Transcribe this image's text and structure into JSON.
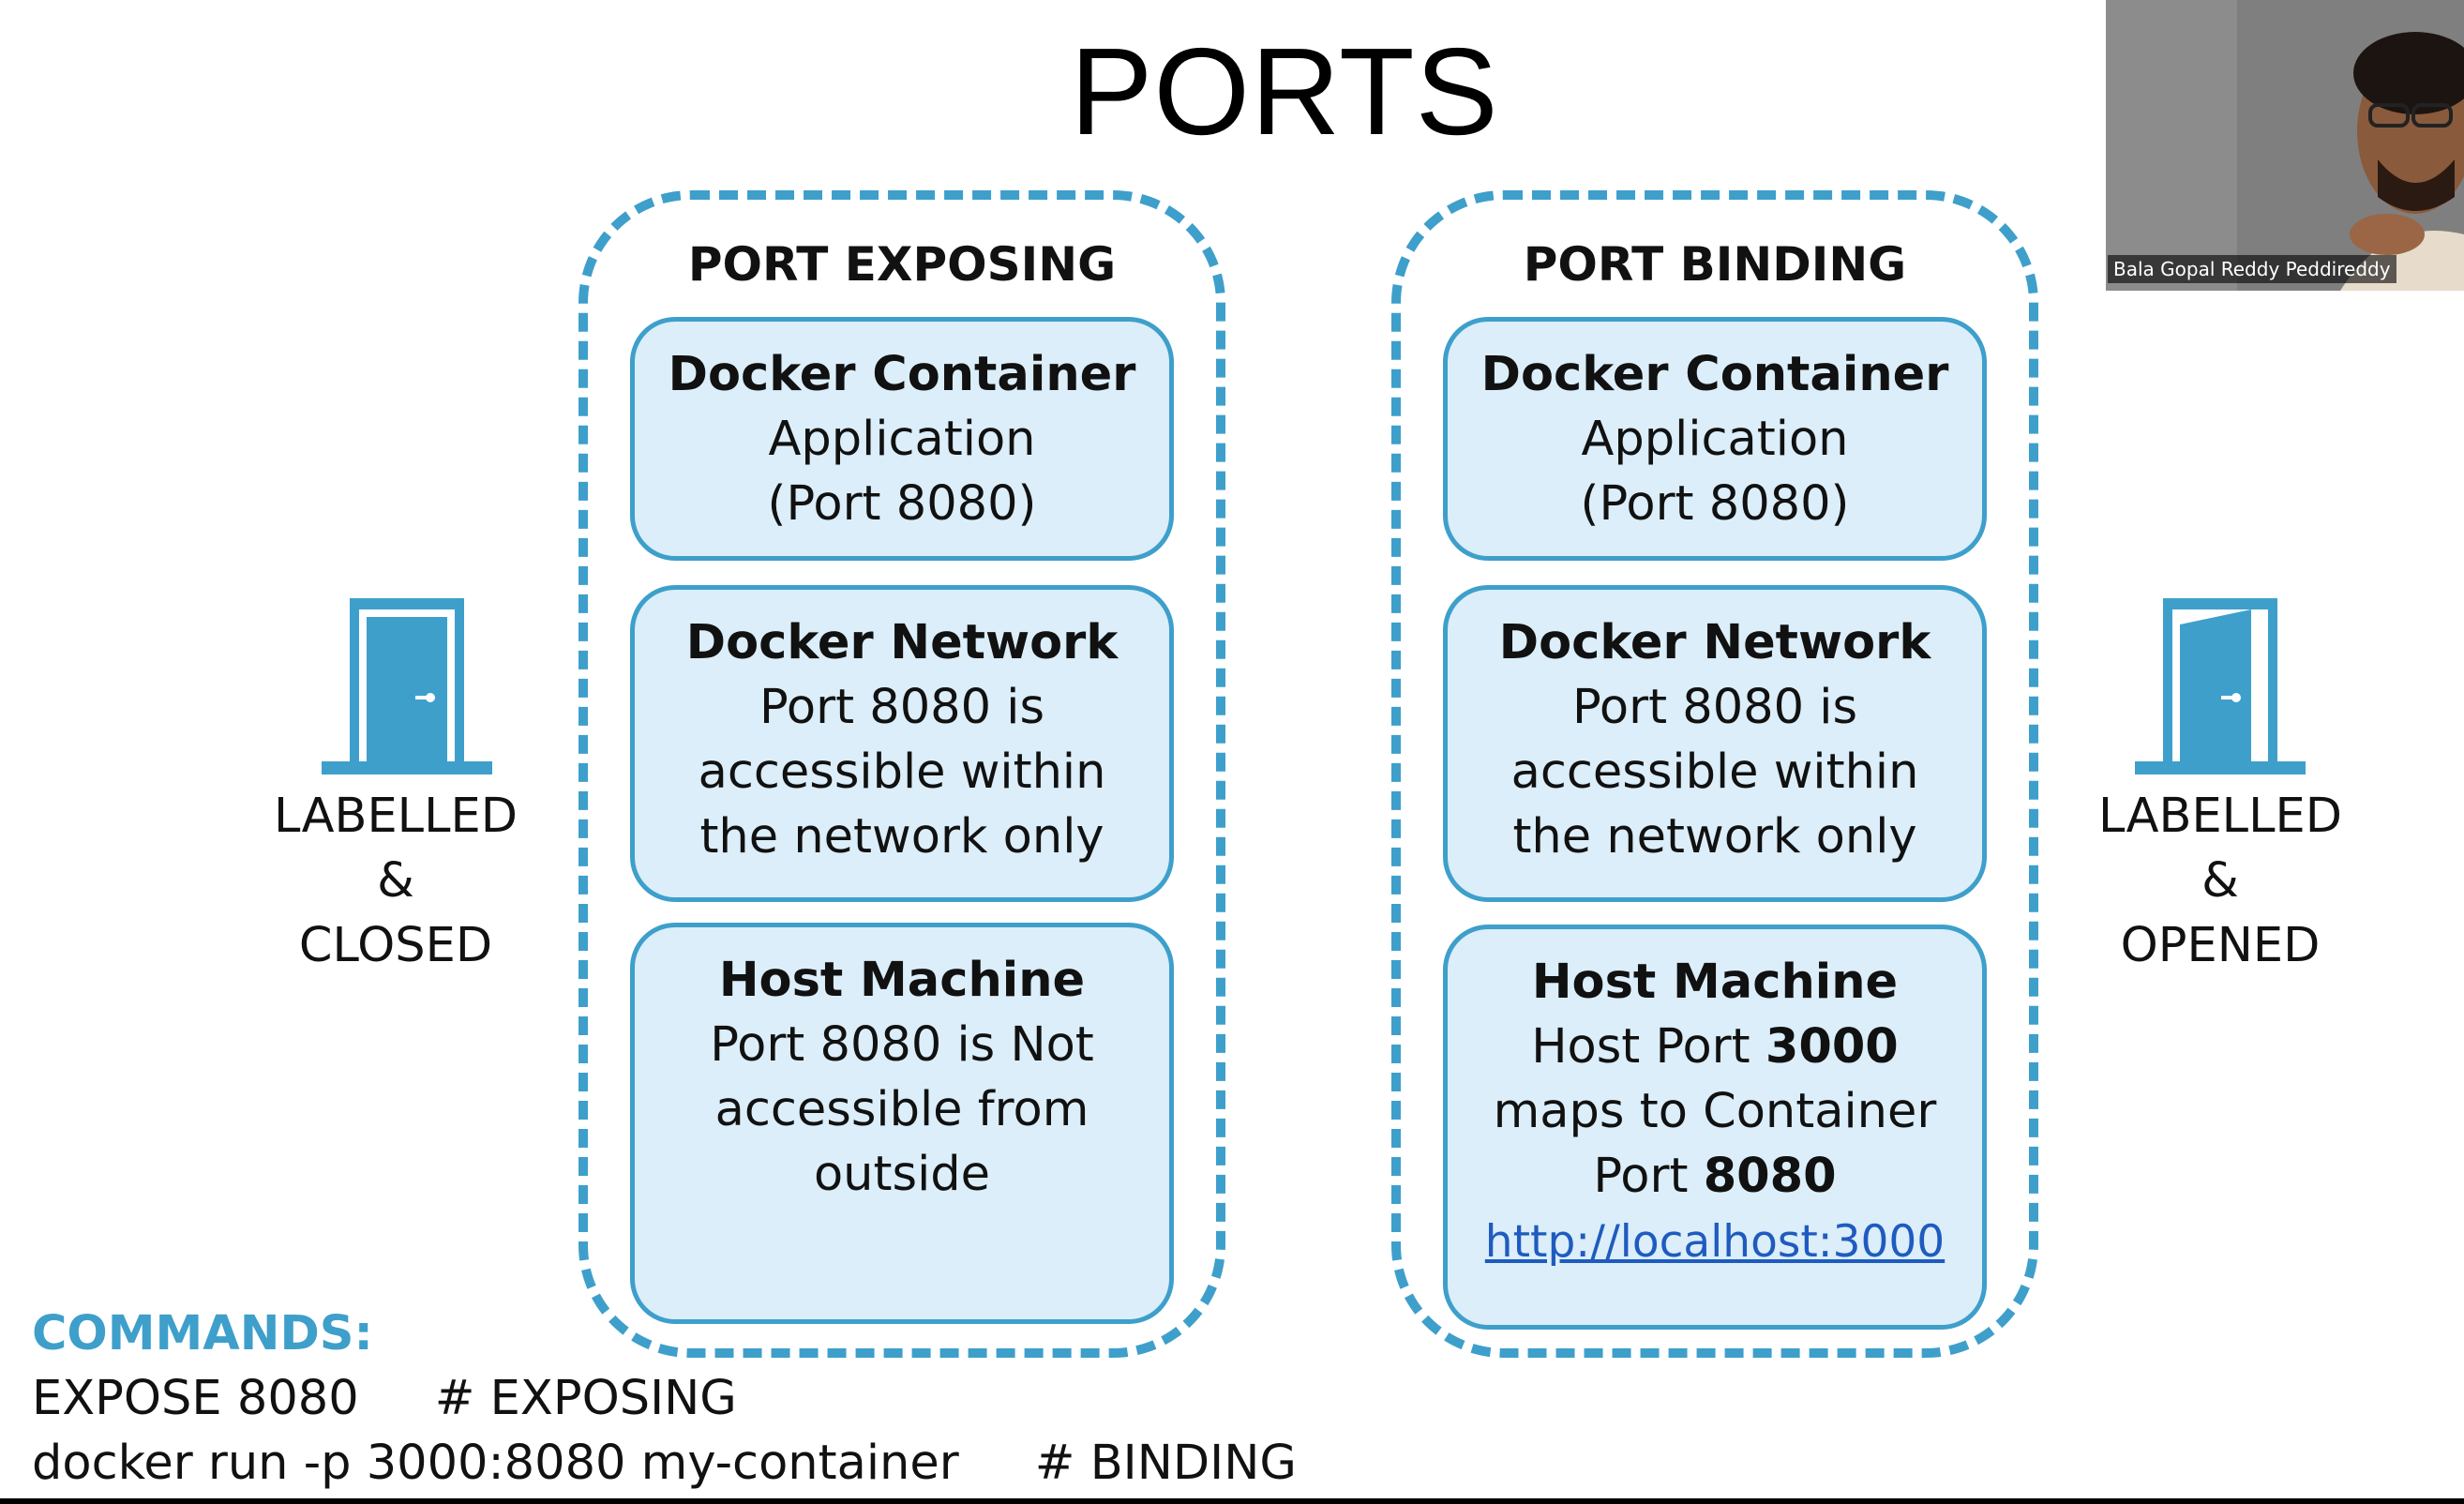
{
  "slide": {
    "title": "PORTS"
  },
  "exposing": {
    "heading": "PORT EXPOSING",
    "container": {
      "head": "Docker Container",
      "line1": "Application",
      "line2": "(Port 8080)"
    },
    "network": {
      "head": "Docker Network",
      "line1": "Port 8080 is",
      "line2": "accessible within",
      "line3": "the network only"
    },
    "host": {
      "head": "Host Machine",
      "line1": "Port 8080 is Not",
      "line2": "accessible from",
      "line3": "outside"
    }
  },
  "binding": {
    "heading": "PORT BINDING",
    "container": {
      "head": "Docker Container",
      "line1": "Application",
      "line2": "(Port 8080)"
    },
    "network": {
      "head": "Docker Network",
      "line1": "Port 8080 is",
      "line2": "accessible within",
      "line3": "the network only"
    },
    "host": {
      "head": "Host Machine",
      "line1_prefix": "Host Port ",
      "line1_bold": "3000",
      "line2": "maps to Container",
      "line3_prefix": "Port ",
      "line3_bold": "8080",
      "link": "http://localhost:3000"
    }
  },
  "left_door": {
    "line1": "LABELLED",
    "line2": "&",
    "line3": "CLOSED",
    "icon": "closed-door-icon"
  },
  "right_door": {
    "line1": "LABELLED",
    "line2": "&",
    "line3": "OPENED",
    "icon": "open-door-icon"
  },
  "commands": {
    "heading": "COMMANDS:",
    "line1": "EXPOSE 8080     # EXPOSING",
    "line2": "docker run -p 3000:8080 my-container     # BINDING"
  },
  "webcam": {
    "name": "Bala Gopal Reddy Peddireddy"
  },
  "colors": {
    "accent": "#3e9fcb",
    "card_fill": "#dbeef9",
    "link": "#1f5bbf"
  }
}
